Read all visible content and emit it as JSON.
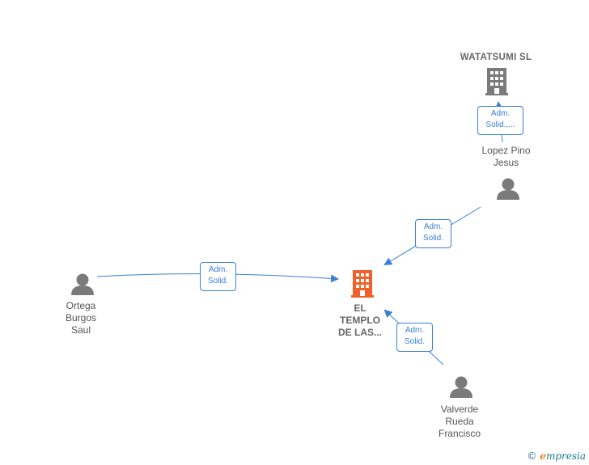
{
  "nodes": {
    "watatsumi": {
      "label": "WATATSUMI  SL",
      "type": "company"
    },
    "central": {
      "label": "EL\nTEMPLO\nDE LAS...",
      "type": "company-main"
    },
    "lopez": {
      "label": "Lopez Pino\nJesus",
      "type": "person"
    },
    "ortega": {
      "label": "Ortega\nBurgos\nSaul",
      "type": "person"
    },
    "valverde": {
      "label": "Valverde\nRueda\nFrancisco",
      "type": "person"
    }
  },
  "edges": [
    {
      "id": "lopez-watatsumi",
      "label": "Adm.\nSolid.,..."
    },
    {
      "id": "lopez-central",
      "label": "Adm.\nSolid."
    },
    {
      "id": "ortega-central",
      "label": "Adm.\nSolid."
    },
    {
      "id": "valverde-central",
      "label": "Adm.\nSolid."
    }
  ],
  "brand": {
    "copyright": "©",
    "name": "mpresia",
    "initial": "e"
  },
  "colors": {
    "edge": "#3a7fd5",
    "central_building": "#f0602a",
    "building": "#7a7a7a",
    "person": "#7a7a7a"
  }
}
